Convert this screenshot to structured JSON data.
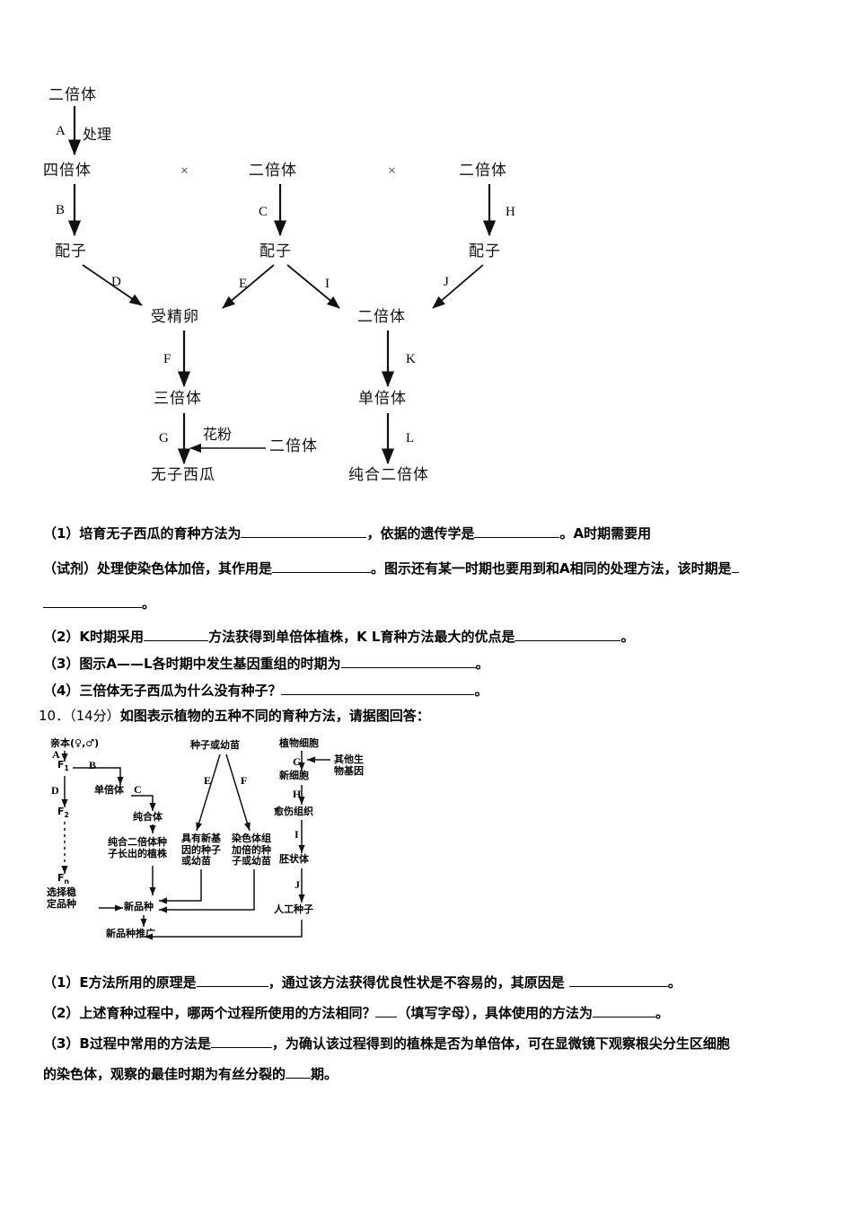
{
  "diagram1": {
    "nodes": {
      "diploid_top": "二倍体",
      "tetraploid": "四倍体",
      "diploid_mid": "二倍体",
      "diploid_right": "二倍体",
      "gamete_left": "配子",
      "gamete_mid": "配子",
      "gamete_right": "配子",
      "zygote": "受精卵",
      "diploid_zyg": "二倍体",
      "triploid": "三倍体",
      "haploid": "单倍体",
      "seedless_watermelon": "无子西瓜",
      "homozygous_diploid": "纯合二倍体",
      "pollen_source": "二倍体"
    },
    "labels": {
      "A": "A",
      "A_text": "处理",
      "B": "B",
      "C": "C",
      "H": "H",
      "D": "D",
      "E": "E",
      "I": "I",
      "J": "J",
      "F": "F",
      "K": "K",
      "G": "G",
      "G_text": "花粉",
      "L": "L",
      "cross1": "×",
      "cross2": "×"
    }
  },
  "questions_q9": [
    {
      "id": "q9-1-line1",
      "text": "（1）培育无子西瓜的育种方法为",
      "parts": [
        "（1）培育无子西瓜的育种方法为",
        "，依据的遗传学是",
        "。A时期需要用"
      ],
      "blanks": [
        140,
        95
      ]
    },
    {
      "id": "q9-1-line2",
      "parts": [
        "（试剂）处理使染色体加倍，其作用是",
        "。图示还有某一时期也要用到和A相同的处理方法，该时期是",
        ""
      ],
      "blanks": [
        110,
        8
      ]
    },
    {
      "id": "q9-1-line3",
      "parts": [
        "",
        "。"
      ],
      "blanks": [
        110
      ]
    },
    {
      "id": "q9-2",
      "parts": [
        "（2）K时期采用",
        "方法获得到单倍体植株，K L育种方法最大的优点是",
        "。"
      ],
      "blanks": [
        72,
        118
      ]
    },
    {
      "id": "q9-3",
      "parts": [
        "（3）图示A——L各时期中发生基因重组的时期为",
        "。"
      ],
      "blanks": [
        150
      ]
    },
    {
      "id": "q9-4",
      "parts": [
        "（4）三倍体无子西瓜为什么没有种子？",
        "。"
      ],
      "blanks": [
        215
      ]
    }
  ],
  "q10_header": {
    "number": "10．",
    "score": "（14分）",
    "text": "如图表示植物的五种不同的育种方法，请据图回答："
  },
  "diagram2": {
    "nodes": {
      "parent": "亲本(♀,♂)",
      "f1": "F1",
      "f2": "F2",
      "fn": "Fn",
      "select_stable": "选择稳\n定品种",
      "haploid": "单倍体",
      "homozygote": "纯合体",
      "pure_diploid_plant": "纯合二倍体种子长出的植株",
      "seed_or_seedling": "种子或幼苗",
      "new_gene_seed": "具有新基因的种子或幼苗",
      "chromosome_doubled": "染色体组加倍的种子或幼苗",
      "plant_cell": "植物细胞",
      "other_organism_gene": "其他生物基因",
      "new_cell": "新细胞",
      "callus": "愈伤组织",
      "embryoid": "胚状体",
      "artificial_seed": "人工种子",
      "new_variety": "新品种",
      "new_variety_promote": "新品种推广"
    },
    "labels": {
      "A": "A",
      "B": "B",
      "C": "C",
      "D": "D",
      "E": "E",
      "F": "F",
      "G": "G",
      "H": "H",
      "I": "I",
      "J": "J"
    }
  },
  "questions_q10": [
    {
      "id": "q10-1",
      "parts": [
        "（1）E方法所用的原理是",
        "，通过该方法获得优良性状是不容易的，其原因是   ",
        "。"
      ],
      "blanks": [
        80,
        110
      ]
    },
    {
      "id": "q10-2",
      "parts": [
        "（2）上述育种过程中，哪两个过程所使用的方法相同？",
        "（填写字母），具体使用的方法为",
        "。"
      ],
      "blanks": [
        24,
        70
      ]
    },
    {
      "id": "q10-3-line1",
      "parts": [
        "（3）B过程中常用的方法是",
        "，为确认该过程得到的植株是否为单倍体，可在显微镜下观察根尖分生区细胞"
      ],
      "blanks": [
        68
      ]
    },
    {
      "id": "q10-3-line2",
      "parts": [
        "的染色体，观察的最佳时期为有丝分裂的",
        "期。"
      ],
      "blanks": [
        28
      ]
    }
  ]
}
